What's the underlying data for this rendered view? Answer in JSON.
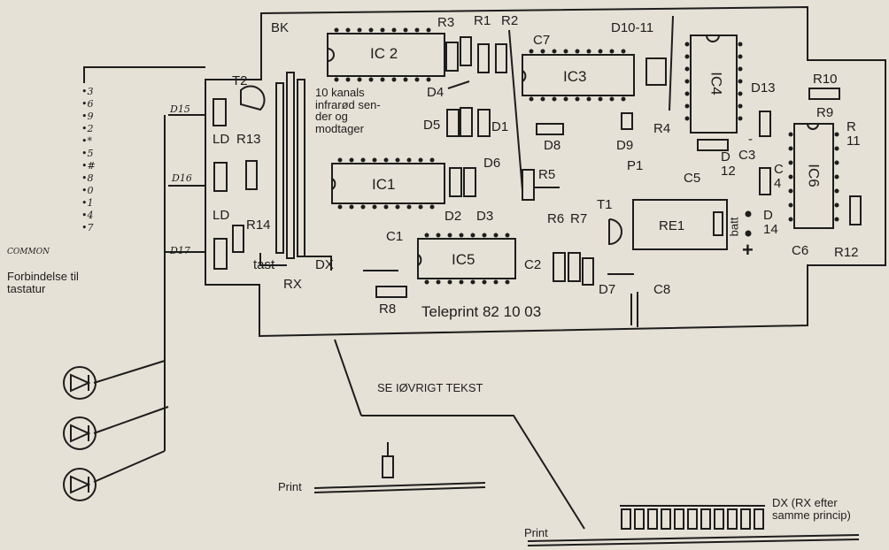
{
  "board": {
    "label": "BK",
    "title": "Teleprint  82 10 03",
    "description": [
      "10 kanals",
      "infrarød sen-",
      "der og",
      "modtager"
    ]
  },
  "ics": [
    "IC 2",
    "IC3",
    "IC4",
    "IC1",
    "IC5",
    "IC6"
  ],
  "resistors": [
    "R1",
    "R2",
    "R3",
    "R4",
    "R5",
    "R6",
    "R7",
    "R8",
    "R9",
    "R10",
    "R 11",
    "R12",
    "R13",
    "R14"
  ],
  "diodes": [
    "D1",
    "D2",
    "D3",
    "D4",
    "D5",
    "D6",
    "D7",
    "D8",
    "D9",
    "D10-11",
    "D 12",
    "D13",
    "D 14"
  ],
  "capacitors": [
    "C1",
    "C2",
    "C3",
    "C 4",
    "C5",
    "C6",
    "C7",
    "C8"
  ],
  "transistors": [
    "T1",
    "T2"
  ],
  "misc": {
    "relay": "RE1",
    "pot": "P1",
    "batt": "batt",
    "plus": "+",
    "minus": "-",
    "ld1": "LD",
    "ld2": "LD",
    "tast": "tast",
    "rx": "RX",
    "dx": "DX"
  },
  "leds": [
    "D15",
    "D16",
    "D17"
  ],
  "keypad": {
    "pins": [
      "3",
      "6",
      "9",
      "2",
      "*",
      "5",
      "#",
      "8",
      "0",
      "1",
      "4",
      "7"
    ],
    "common": "COMMON",
    "caption": [
      "Forbindelse til",
      "tastatur"
    ]
  },
  "notes": {
    "see_text": "SE IØVRIGT TEKST",
    "print1": "Print",
    "print2": "Print",
    "dx_note": [
      "DX (RX efter",
      "samme princip)"
    ]
  },
  "colors": {
    "ink": "#1d1d1d",
    "paper": "#e6e1d6"
  }
}
